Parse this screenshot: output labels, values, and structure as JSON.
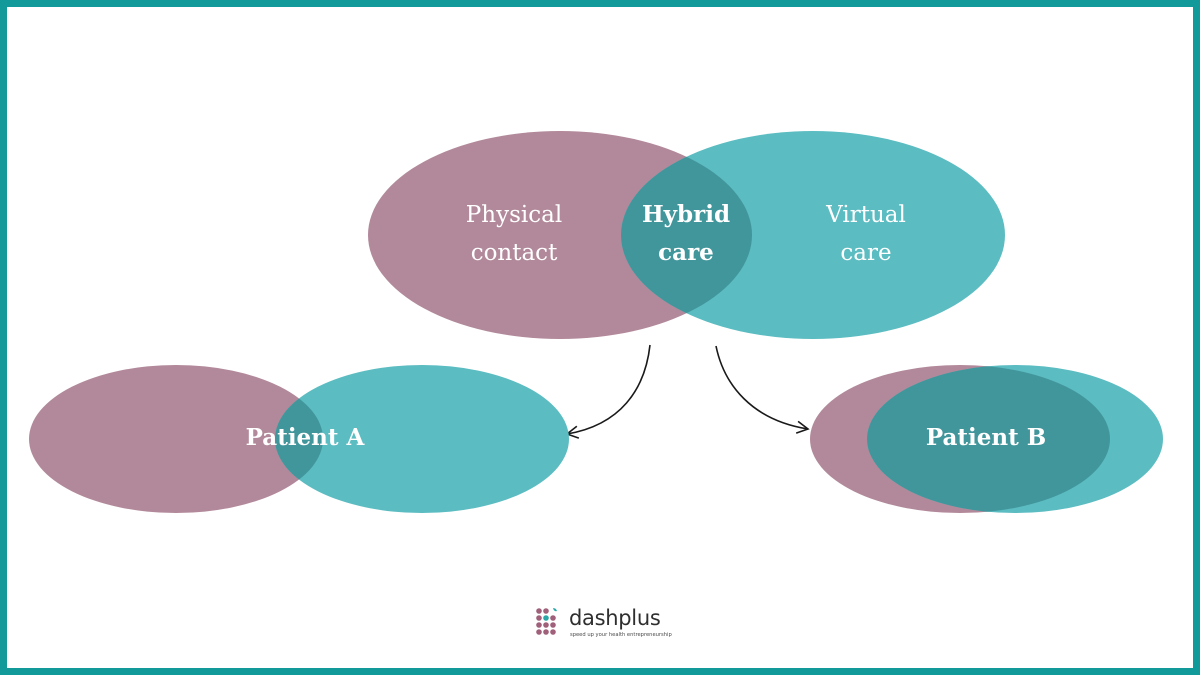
{
  "colors": {
    "border": "#12999a",
    "physical": "#b2899a",
    "virtual": "#5bbcc1",
    "overlap": "#41969c",
    "arrow": "#1a1a1a",
    "text": "#ffffff"
  },
  "top_venn": {
    "left_label_line1": "Physical",
    "left_label_line2": "contact",
    "center_label_line1": "Hybrid",
    "center_label_line2": "care",
    "right_label_line1": "Virtual",
    "right_label_line2": "care"
  },
  "patient_a": {
    "label": "Patient A",
    "overlap_level": "small"
  },
  "patient_b": {
    "label": "Patient B",
    "overlap_level": "large"
  },
  "logo": {
    "name": "dashplus",
    "tagline": "speed up your health entrepreneurship",
    "icon": "dots-grid-icon"
  }
}
